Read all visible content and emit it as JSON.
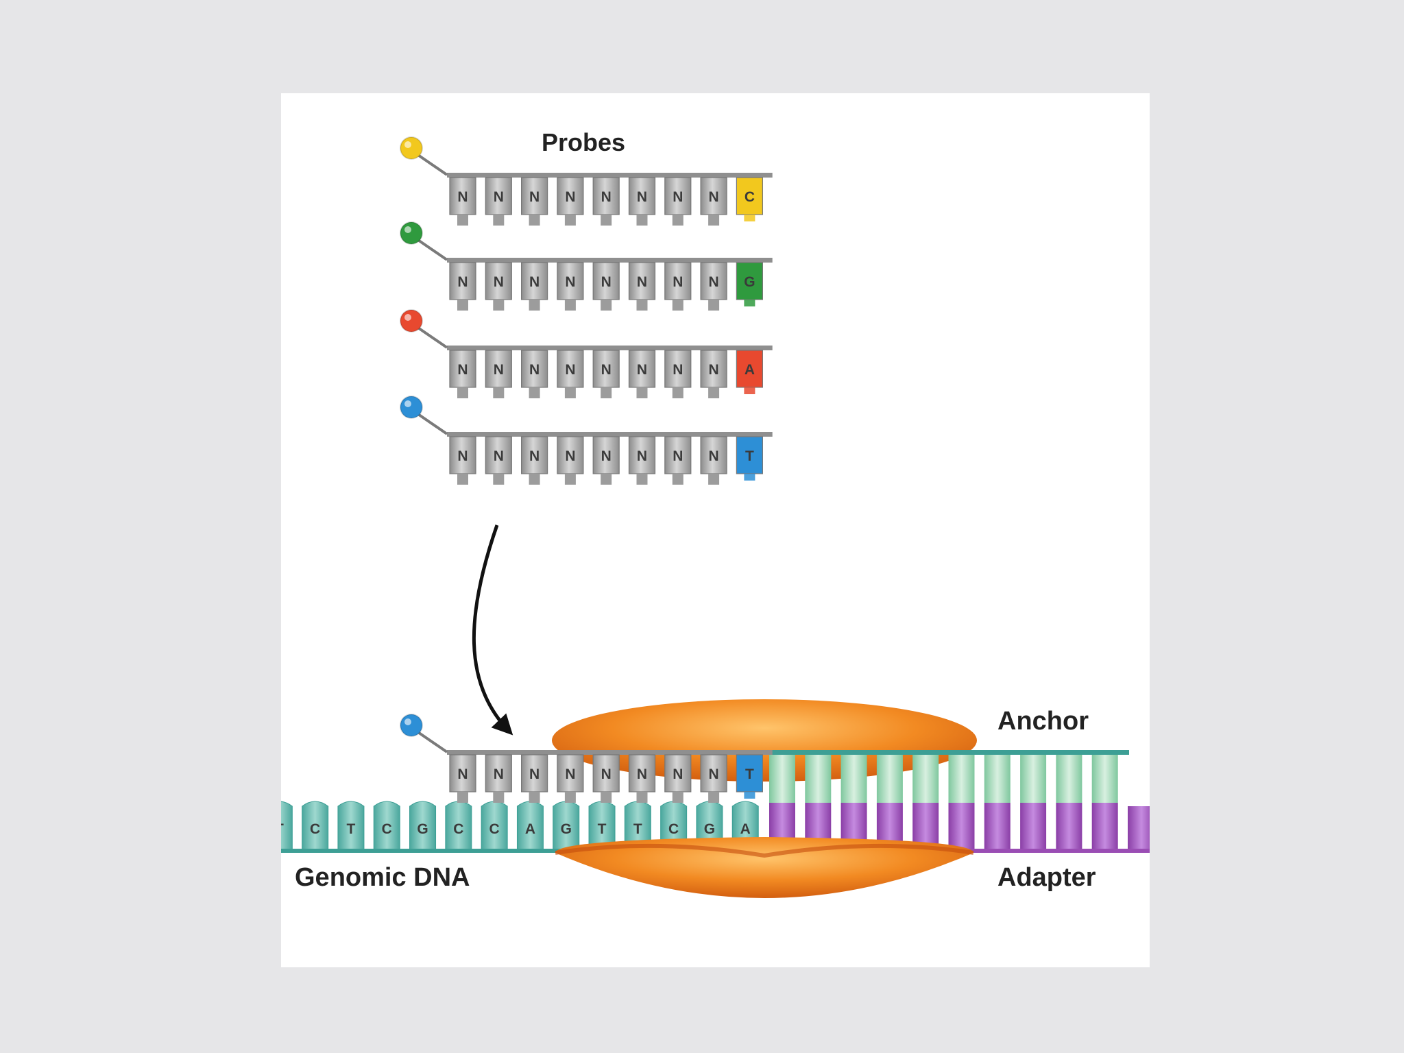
{
  "labels": {
    "probes": "Probes",
    "anchor": "Anchor",
    "genomic_dna": "Genomic DNA",
    "adapter": "Adapter"
  },
  "probes": [
    {
      "bases": [
        "N",
        "N",
        "N",
        "N",
        "N",
        "N",
        "N",
        "N",
        "C"
      ],
      "dye_color": "#f2c81e"
    },
    {
      "bases": [
        "N",
        "N",
        "N",
        "N",
        "N",
        "N",
        "N",
        "N",
        "G"
      ],
      "dye_color": "#2f9a3e"
    },
    {
      "bases": [
        "N",
        "N",
        "N",
        "N",
        "N",
        "N",
        "N",
        "N",
        "A"
      ],
      "dye_color": "#e8492f"
    },
    {
      "bases": [
        "N",
        "N",
        "N",
        "N",
        "N",
        "N",
        "N",
        "N",
        "T"
      ],
      "dye_color": "#2d8fd6"
    }
  ],
  "bound_probe": {
    "bases": [
      "N",
      "N",
      "N",
      "N",
      "N",
      "N",
      "N",
      "N",
      "T"
    ],
    "dye_color": "#2d8fd6"
  },
  "genomic_dna": {
    "bases": [
      "T",
      "C",
      "T",
      "C",
      "G",
      "C",
      "C",
      "A",
      "G",
      "T",
      "T",
      "C",
      "G",
      "A"
    ],
    "color": "#5fb7ad"
  },
  "colors": {
    "probe_gray": "#a6a6a6",
    "ligase_orange": "#ee7a1e",
    "anchor_green": "#a9dcc0",
    "adapter_purple": "#9a4db4",
    "strand_teal": "#3d9f95"
  }
}
